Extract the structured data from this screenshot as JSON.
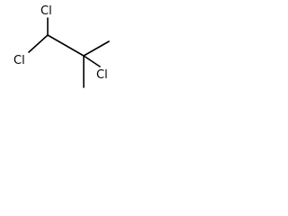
{
  "molecule": {
    "atoms": {
      "cl_top": "Cl",
      "cl_left": "Cl",
      "cl_right": "Cl"
    }
  }
}
